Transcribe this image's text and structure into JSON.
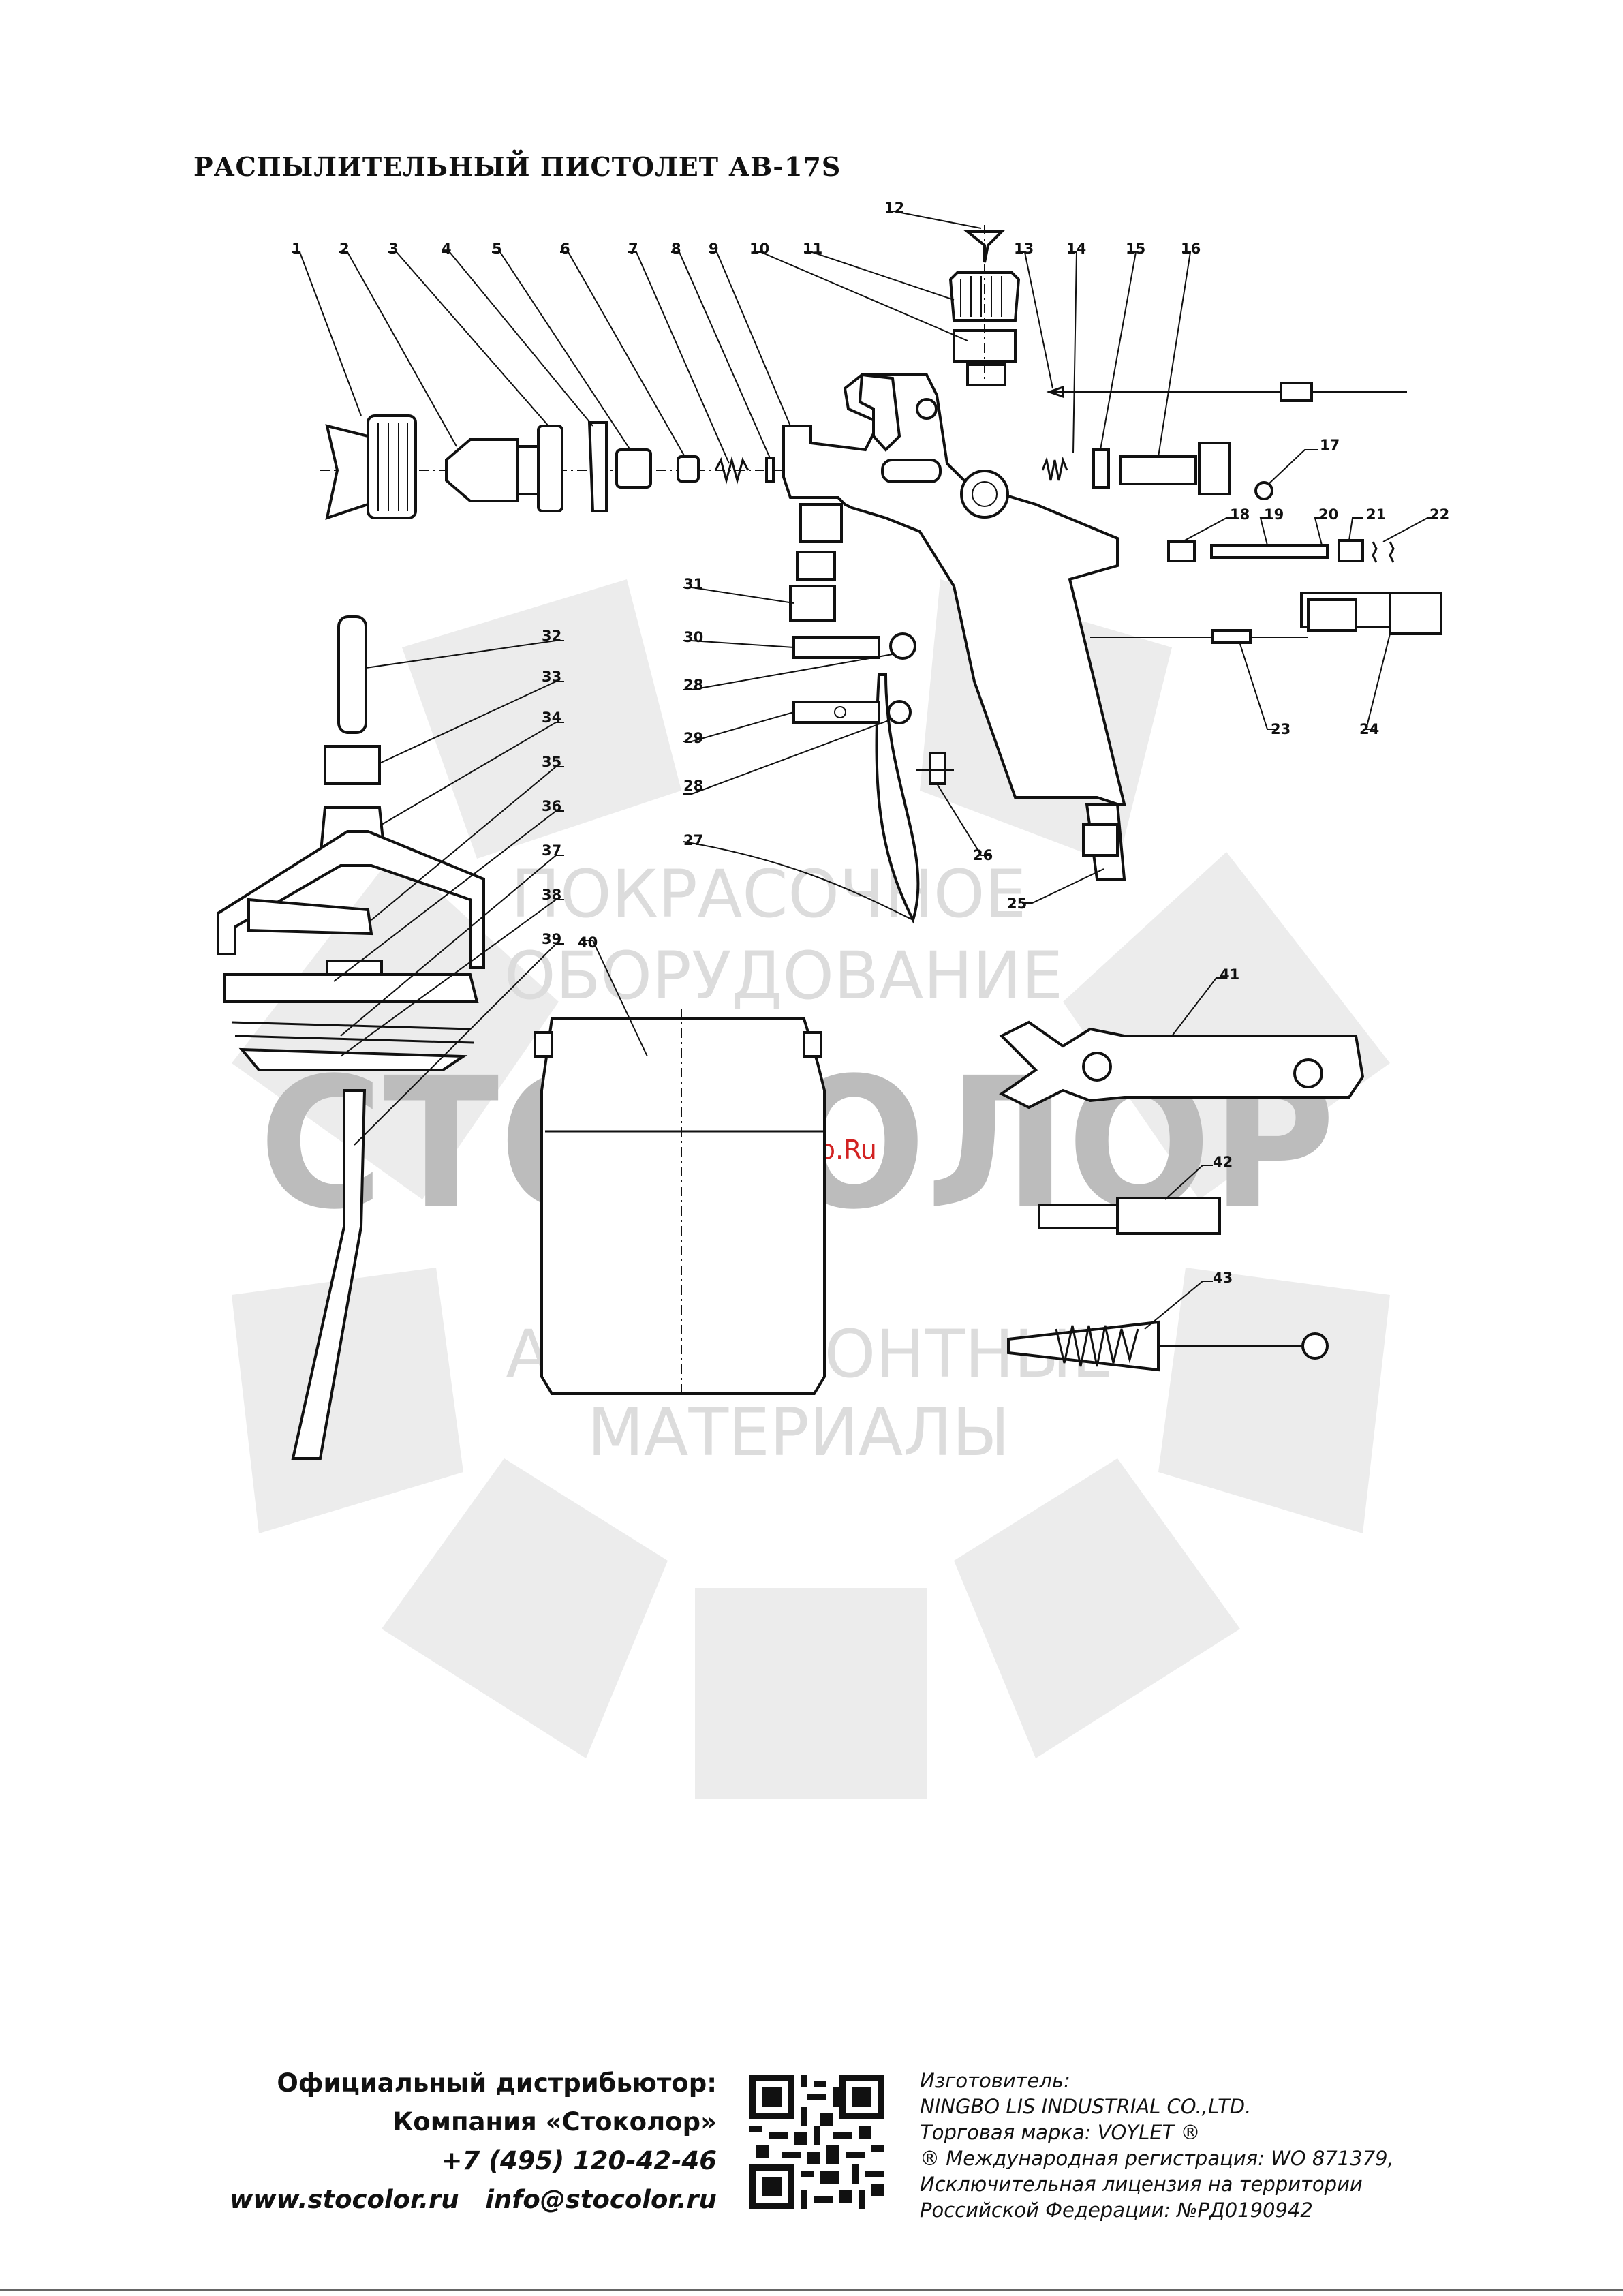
{
  "title": "РАСПЫЛИТЕЛЬНЫЙ ПИСТОЛЕТ АВ-17S",
  "watermark": {
    "line1": "ПОКРАСОЧНОЕ",
    "line2": "ОБОРУДОВАНИЕ",
    "brand": "СТОКОЛОР",
    "site": "McGrp.Ru",
    "line3": "АВТОРЕМОНТНЫЕ",
    "line4": "МАТЕРИАЛЫ"
  },
  "part_numbers": [
    "1",
    "2",
    "3",
    "4",
    "5",
    "6",
    "7",
    "8",
    "9",
    "10",
    "11",
    "12",
    "13",
    "14",
    "15",
    "16",
    "17",
    "18",
    "19",
    "20",
    "21",
    "22",
    "23",
    "24",
    "25",
    "26",
    "27",
    "28",
    "29",
    "30",
    "31",
    "32",
    "33",
    "34",
    "35",
    "36",
    "37",
    "38",
    "39",
    "40",
    "41",
    "42",
    "43"
  ],
  "footer": {
    "distributor_label": "Официальный дистрибьютор:",
    "company": "Компания «Стоколор»",
    "phone": "+7 (495) 120-42-46",
    "website": "www.stocolor.ru",
    "email": "info@stocolor.ru",
    "manufacturer_lines": [
      "Изготовитель:",
      "NINGBO LIS INDUSTRIAL CO.,LTD.",
      "Торговая марка: VOYLET ®",
      "® Международная регистрация: WO 871379,",
      "Исключительная лицензия на территории",
      "Российской Федерации: №РД0190942"
    ]
  }
}
